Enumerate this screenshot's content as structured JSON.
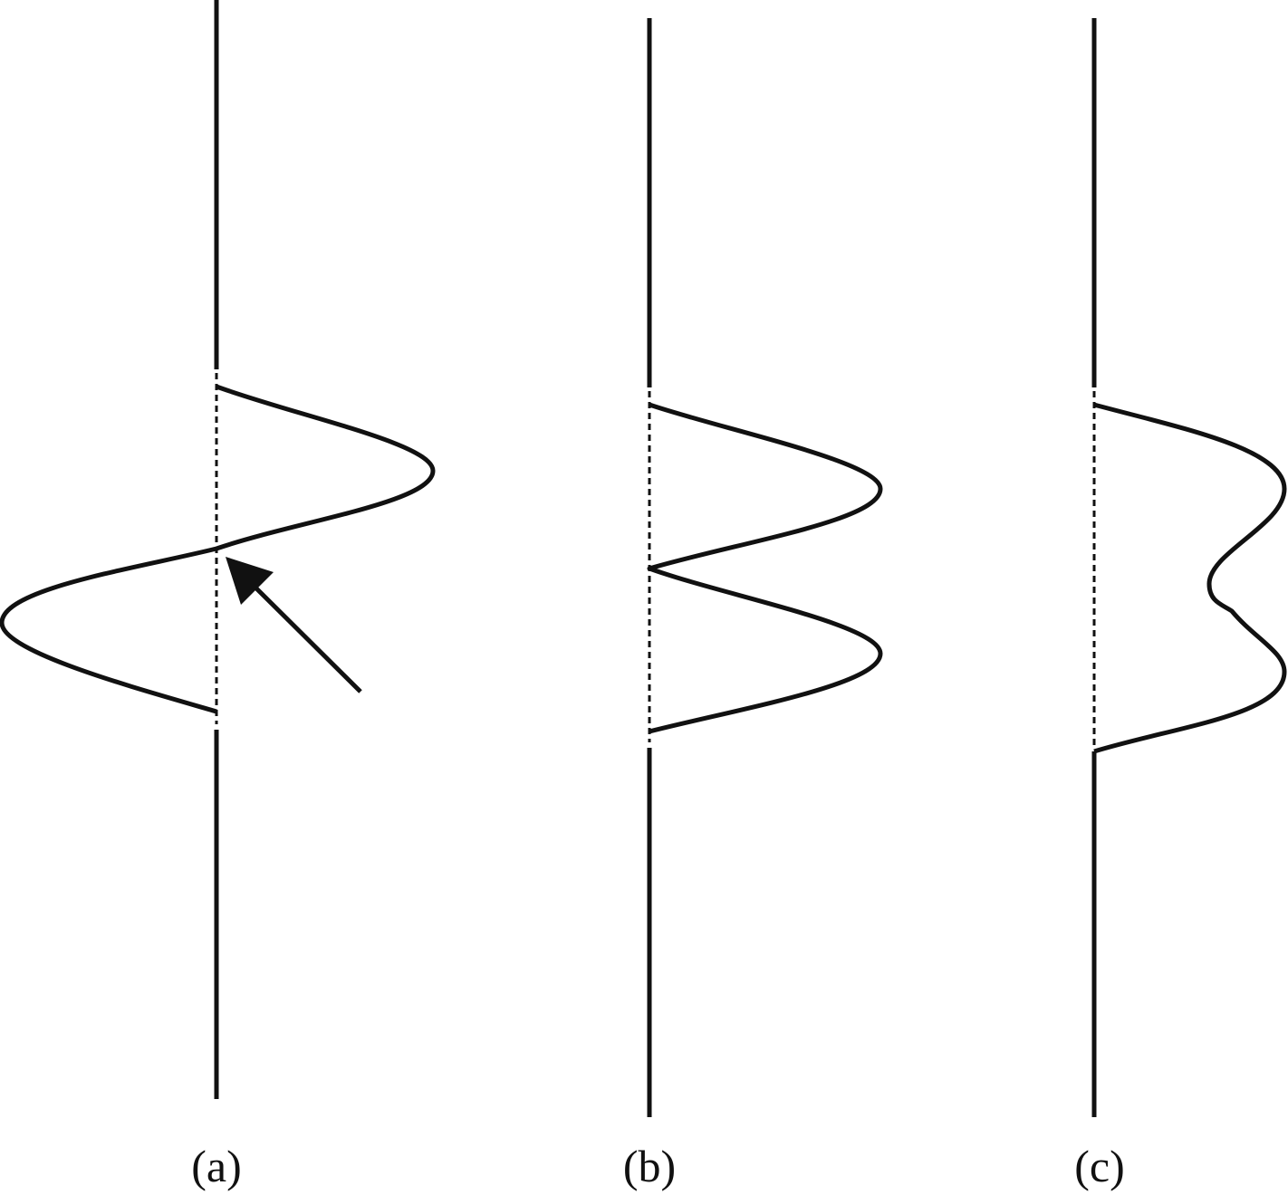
{
  "panels": [
    {
      "id": "a",
      "label": "(a)",
      "has_arrow": true
    },
    {
      "id": "b",
      "label": "(b)",
      "has_arrow": false
    },
    {
      "id": "c",
      "label": "(c)",
      "has_arrow": false
    }
  ],
  "colors": {
    "stroke": "#111111",
    "background": "#ffffff"
  }
}
